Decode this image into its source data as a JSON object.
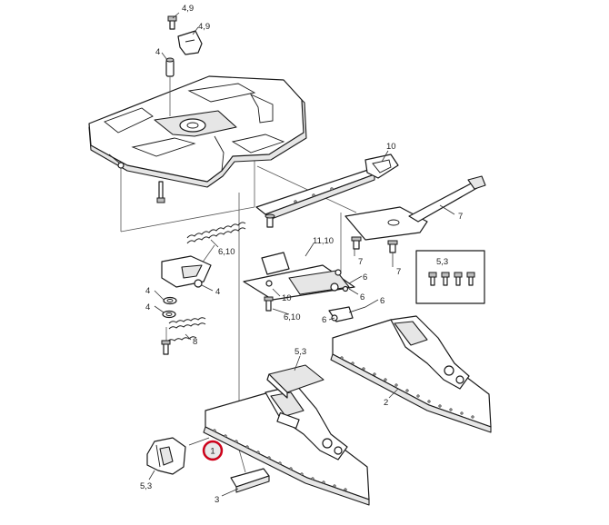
{
  "callouts": {
    "c_4_9_top": "4,9",
    "c_4_9_side": "4,9",
    "c_4_pin": "4",
    "c_10_handle": "10",
    "c_7_lever": "7",
    "c_7_bolt_a": "7",
    "c_7_bolt_b": "7",
    "c_6_10_spring": "6,10",
    "c_11_10": "11,10",
    "c_4_latch_a": "4",
    "c_4_latch_b": "4",
    "c_4_latch_c": "4",
    "c_8_spring": "8",
    "c_6_a": "6",
    "c_6_b": "6",
    "c_6_c": "6",
    "c_6_d": "6",
    "c_10_bracket": "10",
    "c_6_10_bolt": "6,10",
    "c_5_3_kit": "5,3",
    "c_5_3_cover": "5,3",
    "c_2_bracket": "2",
    "c_1_highlight": "1",
    "c_5_3_bushing": "5,3",
    "c_3_plate": "3"
  },
  "colors": {
    "highlight": "#d0021b",
    "line": "#1a1a1a"
  }
}
